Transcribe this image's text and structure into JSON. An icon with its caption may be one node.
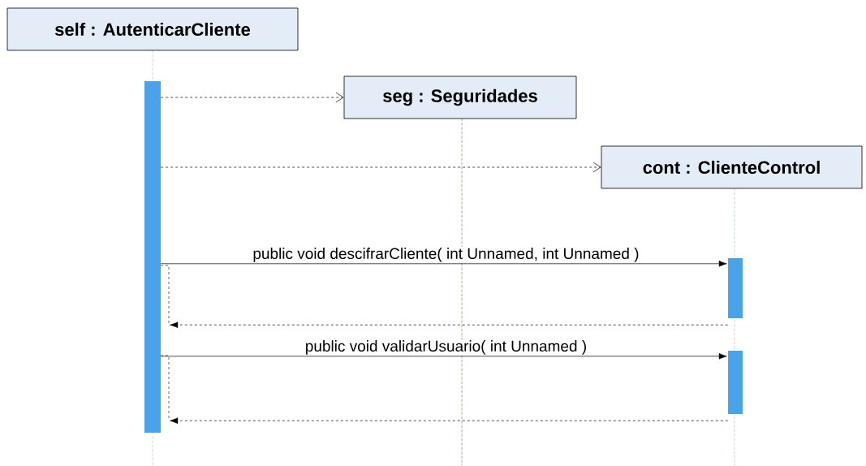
{
  "diagram": {
    "nodes": [
      {
        "text": [
          "self : AutenticarCliente"
        ]
      },
      {
        "text": [
          "seg : Seguridades"
        ]
      },
      {
        "text": [
          "cont : ClienteControl"
        ]
      },
      {
        "text": [],
        "shape": "bar"
      },
      {
        "text": [],
        "shape": "bar"
      },
      {
        "text": [],
        "shape": "bar"
      }
    ],
    "edges": [
      {
        "from": 3,
        "to": 1,
        "arrow": "to",
        "style": "dashed"
      },
      {
        "from": 3,
        "to": 2,
        "arrow": "to",
        "style": "dashed"
      },
      {
        "from": 3,
        "to": 4,
        "arrow": "to",
        "label": "public void descifrarCliente( int Unnamed, int Unnamed )"
      },
      {
        "from": 4,
        "to": 3,
        "arrow": "to",
        "style": "dashed"
      },
      {
        "from": 3,
        "to": 5,
        "arrow": "to",
        "label": "public void validarUsuario( int Unnamed )"
      },
      {
        "from": 5,
        "to": 3,
        "arrow": "to",
        "style": "dashed"
      }
    ]
  }
}
